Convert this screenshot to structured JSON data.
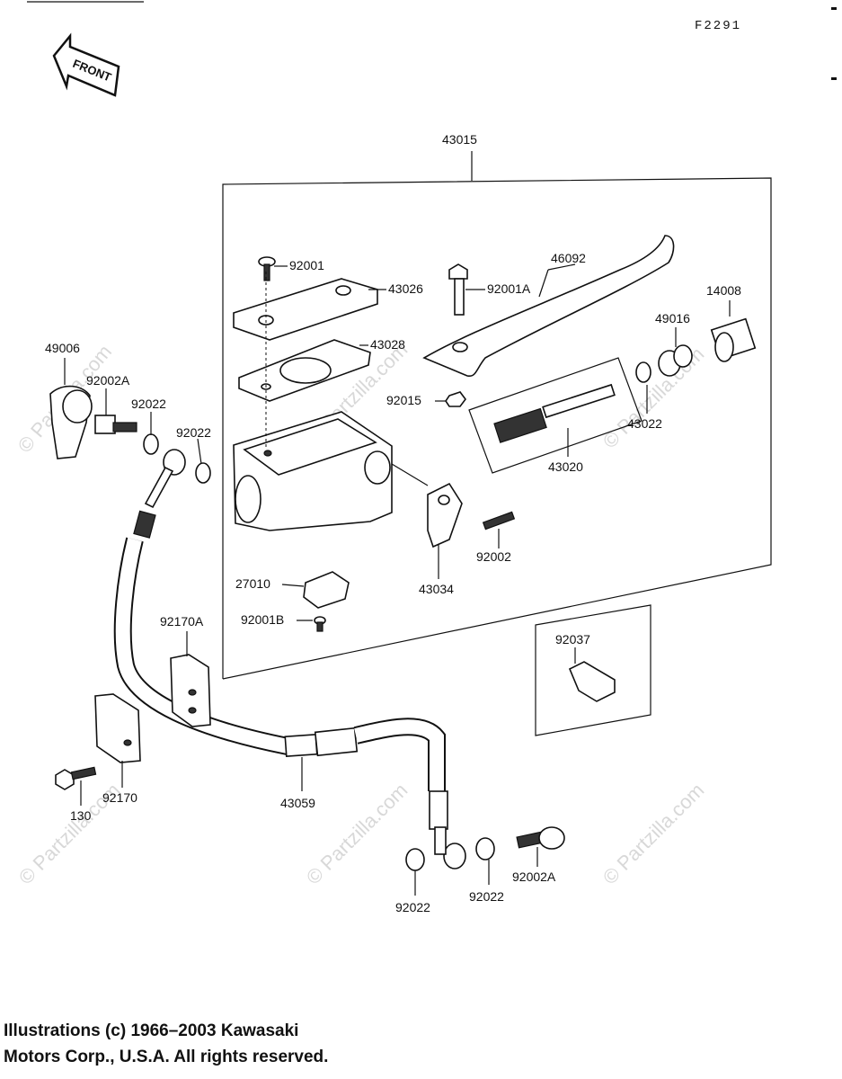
{
  "diagram": {
    "figure_code": "F2291",
    "front_arrow_text": "FRONT",
    "watermark_text": "© Partzilla.com",
    "labels": {
      "p43015": "43015",
      "p92001": "92001",
      "p43026": "43026",
      "p92001A": "92001A",
      "p46092": "46092",
      "p14008": "14008",
      "p49016": "49016",
      "p43028": "43028",
      "p49006": "49006",
      "p92002A_top": "92002A",
      "p92022_a": "92022",
      "p92022_b": "92022",
      "p92015": "92015",
      "p43022": "43022",
      "p43020": "43020",
      "p92002": "92002",
      "p43034": "43034",
      "p27010": "27010",
      "p92001B": "92001B",
      "p92170A": "92170A",
      "p92037": "92037",
      "p130": "130",
      "p92170": "92170",
      "p43059": "43059",
      "p92022_c": "92022",
      "p92022_d": "92022",
      "p92002A_bottom": "92002A"
    }
  },
  "copyright": {
    "line1": "Illustrations (c) 1966–2003 Kawasaki",
    "line2": "Motors Corp., U.S.A.  All rights reserved."
  }
}
